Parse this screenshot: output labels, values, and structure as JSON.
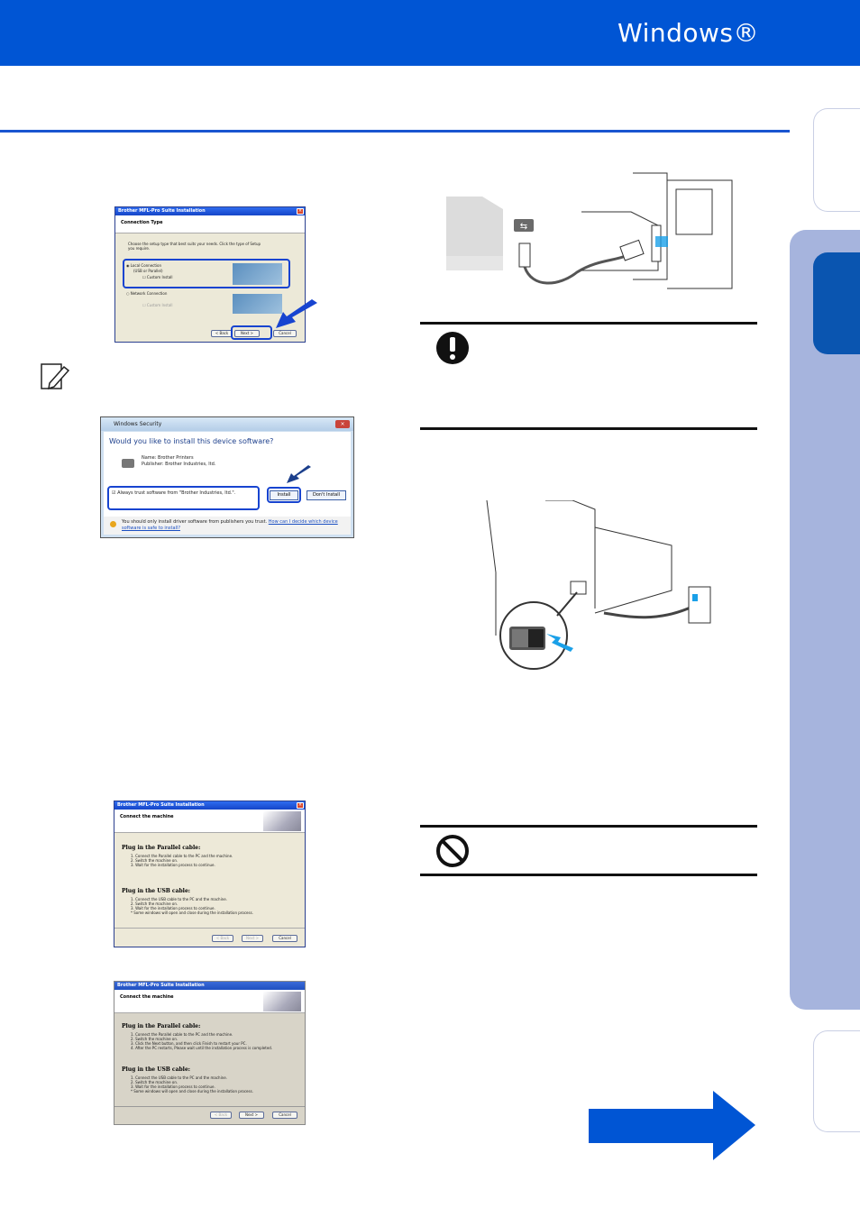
{
  "header": {
    "title": "Windows®"
  },
  "dialog1": {
    "window_title": "Brother MFL-Pro Suite Installation",
    "heading": "Connection Type",
    "instructions": "Choose the setup type that best suits your needs. Click the type of Setup you require.",
    "option_local": "Local Connection",
    "option_local_sub": "(USB or Parallel)",
    "option_custom": "Custom Install",
    "option_network": "Network Connection",
    "option_custom2": "Custom Install",
    "back": "< Back",
    "next": "Next >",
    "cancel": "Cancel"
  },
  "dialog2": {
    "window_title": "Windows Security",
    "question": "Would you like to install this device software?",
    "name_line": "Name: Brother Printers",
    "publisher_line": "Publisher: Brother Industries, ltd.",
    "always_trust": "Always trust software from \"Brother Industries, ltd.\".",
    "install": "Install",
    "dont_install": "Don't Install",
    "warning_text": "You should only install driver software from publishers you trust.",
    "warning_link": "How can I decide which device software is safe to install?"
  },
  "dialog3": {
    "window_title": "Brother MFL-Pro Suite Installation",
    "heading": "Connect the machine",
    "parallel_title": "Plug in the Parallel cable:",
    "parallel_steps": [
      "1. Connect the Parallel cable to the PC and the machine.",
      "2. Switch the machine on.",
      "3. Wait for the installation process to continue."
    ],
    "usb_title": "Plug in the USB cable:",
    "usb_steps": [
      "1. Connect the USB cable to the PC and the machine.",
      "2. Switch the machine on.",
      "3. Wait for the installation process to continue.",
      "* Some windows will open and close during the installation process."
    ],
    "back": "< Back",
    "next": "Next >",
    "cancel": "Cancel"
  },
  "dialog4": {
    "window_title": "Brother MFL-Pro Suite Installation",
    "heading": "Connect the machine",
    "parallel_title": "Plug in the Parallel cable:",
    "parallel_steps": [
      "1. Connect the Parallel cable to the PC and the machine.",
      "2. Switch the machine on.",
      "3. Click the Next button, and then click Finish to restart your PC.",
      "4. After the PC restarts, Please wait until the installation process is completed."
    ],
    "usb_title": "Plug in the USB cable:",
    "usb_steps": [
      "1. Connect the USB cable to the PC and the machine.",
      "2. Switch the machine on.",
      "3. Wait for the installation process to continue.",
      "* Some windows will open and close during the installation process."
    ],
    "back": "< Back",
    "next": "Next >",
    "cancel": "Cancel"
  },
  "colors": {
    "brand_blue": "#0055d4",
    "tab_band": "#a6b4dd",
    "tab_active": "#0a55b0"
  }
}
